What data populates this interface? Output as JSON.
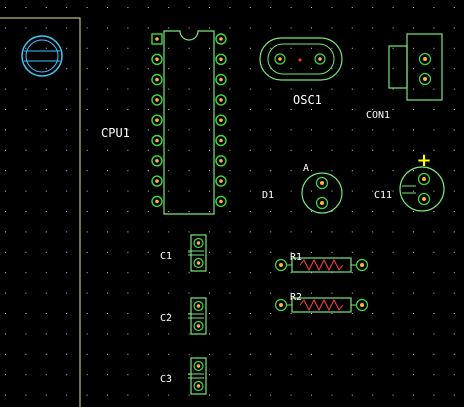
{
  "board": {
    "colors": {
      "background": "#000000",
      "grid_dot": "#c8c8c8",
      "board_outline": "#e6e68c",
      "silkscreen": "#78e678",
      "pad_ring": "#3cdc3c",
      "pad_hole": "#ffb43c",
      "pin_mark": "#ff3c3c",
      "hole_ring": "#3cc8ff",
      "polarity": "#ffff00",
      "text": "#ffffff"
    }
  },
  "components": {
    "cpu": {
      "label": "CPU1"
    },
    "osc": {
      "label": "OSC1"
    },
    "con": {
      "label": "CON1"
    },
    "d1": {
      "label": "D1",
      "anode_label": "A"
    },
    "c11": {
      "label": "C11",
      "polarity_mark": "+"
    },
    "c1": {
      "label": "C1"
    },
    "c2": {
      "label": "C2"
    },
    "c3": {
      "label": "C3"
    },
    "r1": {
      "label": "R1"
    },
    "r2": {
      "label": "R2"
    }
  }
}
